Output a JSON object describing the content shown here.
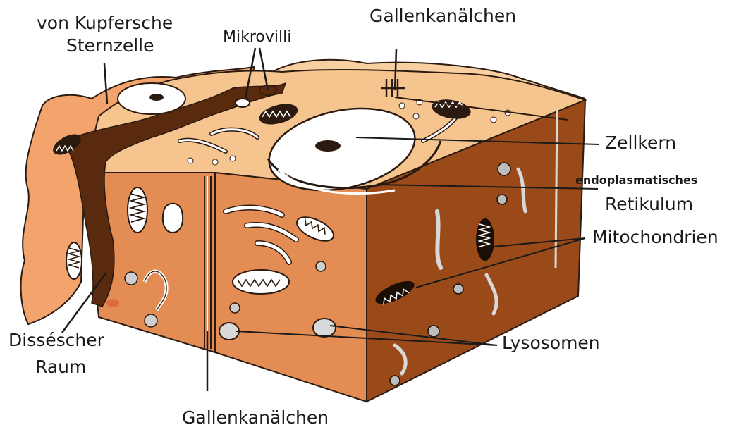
{
  "labels": {
    "kupffer_line1": "von Kupfersche",
    "kupffer_line2": "Sternzelle",
    "mikrovilli": "Mikrovilli",
    "gallenkanalchen_top": "Gallenkanälchen",
    "zellkern": "Zellkern",
    "er_line1": "endoplasmatisches",
    "er_line2": "Retikulum",
    "mitochondrien": "Mitochondrien",
    "lysosomen": "Lysosomen",
    "disse_line1": "Disséscher",
    "disse_line2": "Raum",
    "gallenkanalchen_bottom": "Gallenkanälchen"
  },
  "colors": {
    "top_face": "#f6c48e",
    "front_face": "#e38c53",
    "right_face": "#9a4a18",
    "sinusoid": "#5a2a0e",
    "organelle_fill": "#ffffff",
    "outline": "#2a1a10"
  }
}
